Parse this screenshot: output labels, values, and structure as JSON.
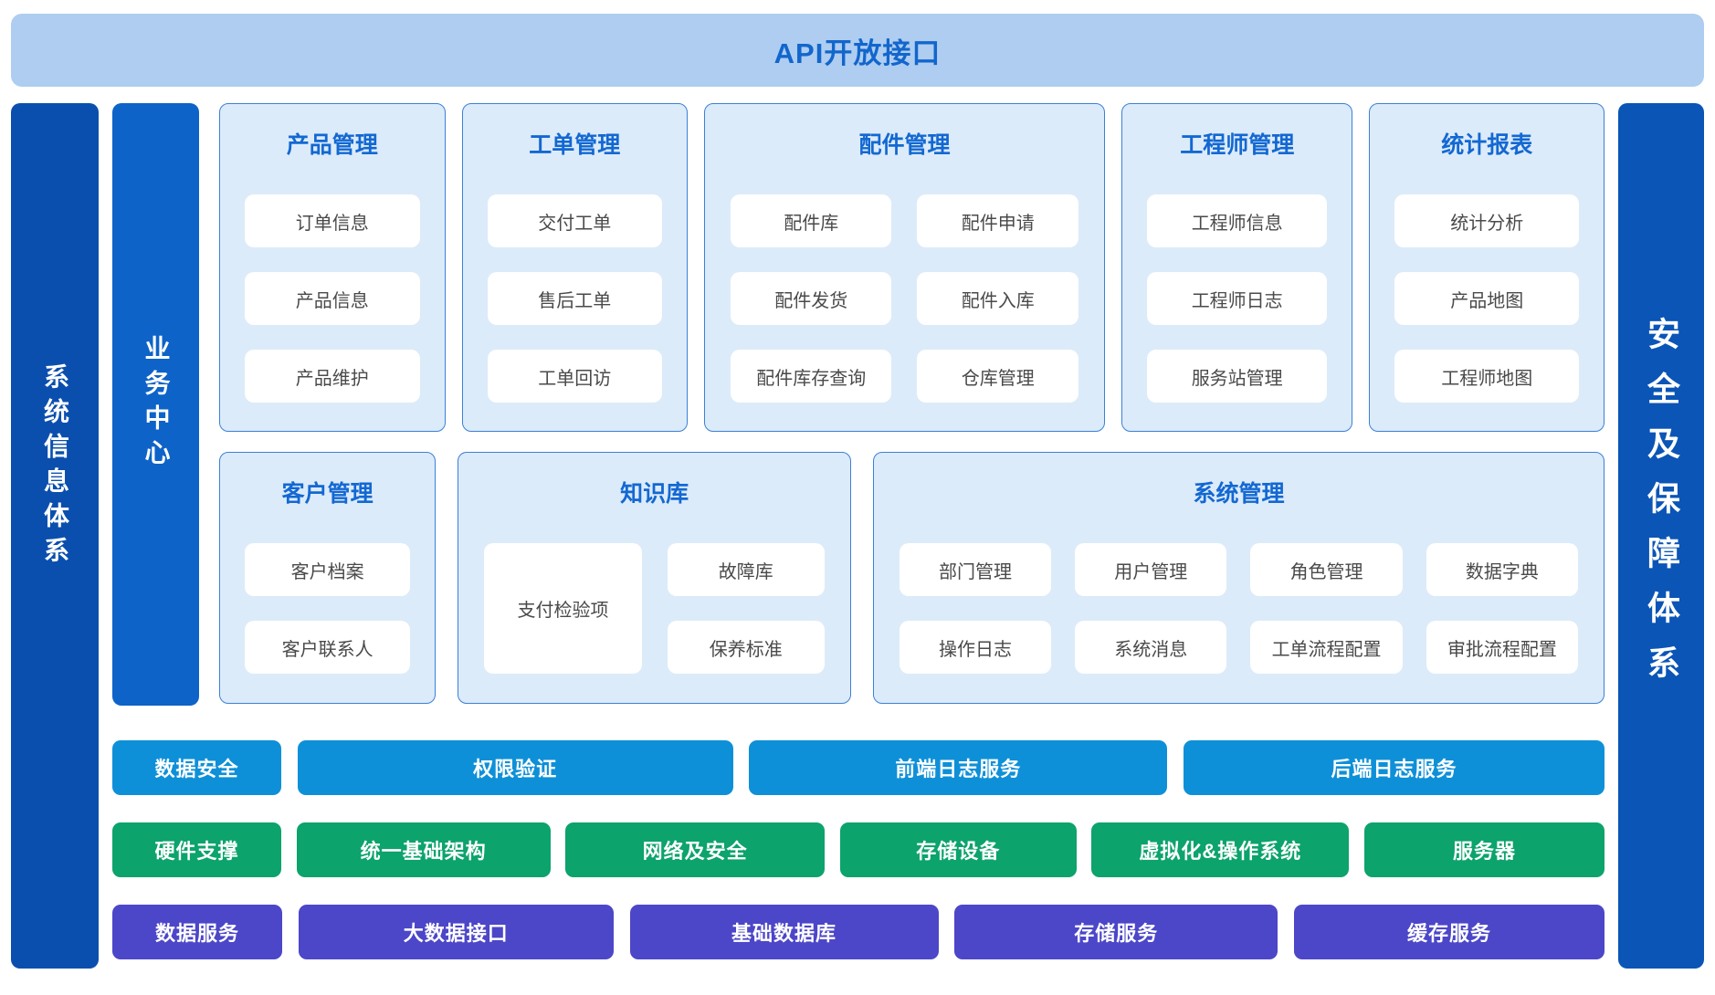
{
  "banner": {
    "title": "API开放接口"
  },
  "side_bars": {
    "left": "系统信息体系",
    "business": "业务中心",
    "right": "安全及保障体系"
  },
  "row1": [
    {
      "title": "产品管理",
      "items": [
        "订单信息",
        "产品信息",
        "产品维护"
      ]
    },
    {
      "title": "工单管理",
      "items": [
        "交付工单",
        "售后工单",
        "工单回访"
      ]
    },
    {
      "title": "配件管理",
      "items": [
        "配件库",
        "配件申请",
        "配件发货",
        "配件入库",
        "配件库存查询",
        "仓库管理"
      ]
    },
    {
      "title": "工程师管理",
      "items": [
        "工程师信息",
        "工程师日志",
        "服务站管理"
      ]
    },
    {
      "title": "统计报表",
      "items": [
        "统计分析",
        "产品地图",
        "工程师地图"
      ]
    }
  ],
  "row2": [
    {
      "title": "客户管理",
      "items": [
        "客户档案",
        "客户联系人"
      ]
    },
    {
      "title": "知识库",
      "items": [
        "故障库",
        "保养标准"
      ],
      "tall_item": "支付检验项"
    },
    {
      "title": "系统管理",
      "items": [
        "部门管理",
        "用户管理",
        "角色管理",
        "数据字典",
        "操作日志",
        "系统消息",
        "工单流程配置",
        "审批流程配置"
      ]
    }
  ],
  "bottom_rows": {
    "blue": [
      "数据安全",
      "权限验证",
      "前端日志服务",
      "后端日志服务"
    ],
    "green": [
      "硬件支撑",
      "统一基础架构",
      "网络及安全",
      "存储设备",
      "虚拟化&操作系统",
      "服务器"
    ],
    "purple": [
      "数据服务",
      "大数据接口",
      "基础数据库",
      "存储服务",
      "缓存服务"
    ]
  },
  "colors": {
    "banner_bg": "#aecdf0",
    "banner_text": "#1266cc",
    "card_bg": "#dcebf9",
    "card_border": "#3b80d8",
    "card_title": "#1368d2",
    "item_text": "#4a4a4a",
    "bar_left": "#0b4fae",
    "bar_business": "#0d63c8",
    "bar_right": "#0a55b6",
    "row_blue": "#0e90d8",
    "row_green": "#0ca36c",
    "row_purple": "#4c46c8"
  }
}
